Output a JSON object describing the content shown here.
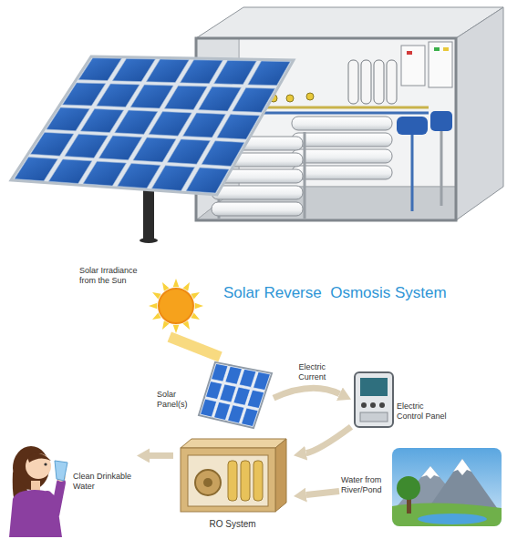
{
  "diagram": {
    "title": "Solar Reverse  Osmosis System",
    "nodes": [
      {
        "text": [
          "Solar Irradiance from the Sun"
        ]
      },
      {
        "text": [
          "Solar Panel(s)"
        ]
      },
      {
        "text": [
          "Electric Control Panel"
        ]
      },
      {
        "text": [
          "Water from River/Pond"
        ]
      },
      {
        "text": [
          "RO System"
        ]
      },
      {
        "text": [
          "Clean Drinkable Water"
        ]
      }
    ],
    "edges": [
      {
        "from": 0,
        "to": 1,
        "arrow": "none"
      },
      {
        "from": 1,
        "to": 2,
        "label": "Electric Current",
        "arrow": "to"
      },
      {
        "from": 2,
        "to": 4,
        "arrow": "to"
      },
      {
        "from": 3,
        "to": 4,
        "arrow": "to"
      },
      {
        "from": 4,
        "to": 5,
        "arrow": "to"
      }
    ]
  }
}
